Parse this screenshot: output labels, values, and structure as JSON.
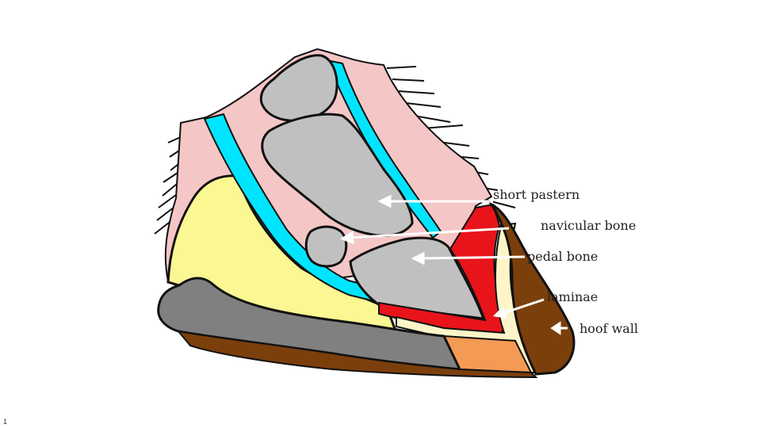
{
  "diagram": {
    "labels": {
      "short_pastern": "short pastern",
      "navicular_bone": "navicular bone",
      "pedal_bone": "pedal bone",
      "laminae": "laminae",
      "hoof_wall": "hoof wall"
    },
    "colors": {
      "skin": "#f5c6c6",
      "tendon": "#00e5ff",
      "digital_cushion": "#fbf793",
      "bone": "#c0c0c0",
      "frog": "#808080",
      "hoof_wall": "#7b3f0c",
      "sole": "#f39a55",
      "laminae_red": "#e8141a",
      "laminae_cream": "#fdf5c8",
      "outline": "#111111",
      "arrow": "#ffffff"
    }
  },
  "footer": {
    "slide_number": "1"
  }
}
